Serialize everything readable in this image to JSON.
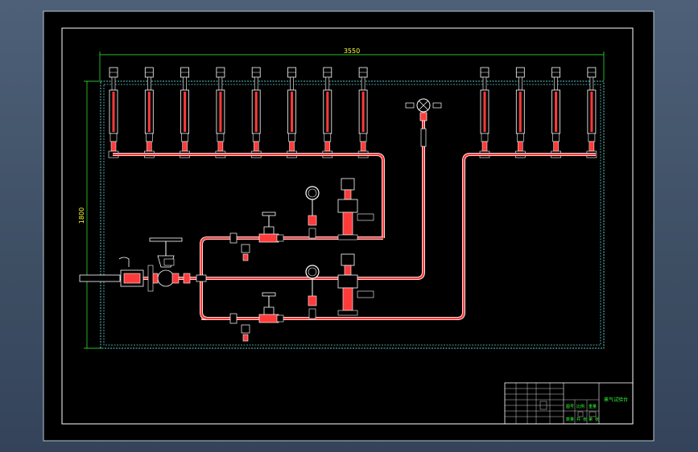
{
  "drawing": {
    "dimensions": {
      "width_label": "3550",
      "height_label": "1800"
    },
    "top_gauges": {
      "left_group_count": 8,
      "right_group_count": 4
    },
    "title_block": {
      "title": "蒸气试验台",
      "cells": [
        "图号",
        "比例",
        "重量",
        "数量",
        "共",
        "张",
        "第",
        "张"
      ]
    },
    "colors": {
      "background": "#000000",
      "frame": "#ffffff",
      "pipe": "#ff3a3a",
      "pipe_outline": "#ffffff",
      "border_dashed": "#66cccc",
      "dimension": "#33ff33",
      "dimension_text": "#ffff33",
      "title_text": "#33ff33"
    }
  }
}
